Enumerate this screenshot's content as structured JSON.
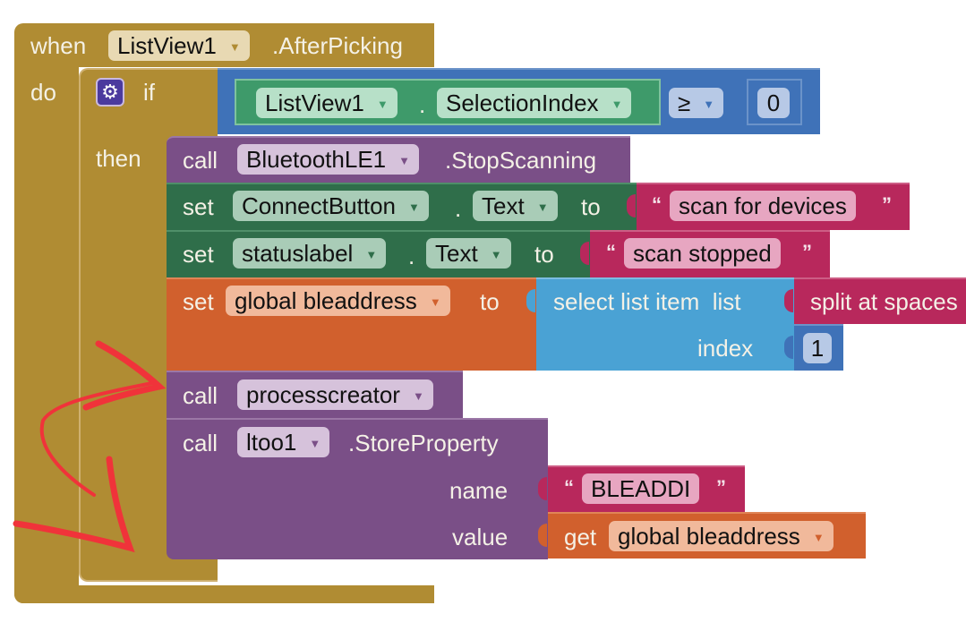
{
  "event_block": {
    "when_label": "when",
    "component": "ListView1",
    "event": ".AfterPicking",
    "do_label": "do"
  },
  "if_block": {
    "if_label": "if",
    "then_label": "then",
    "condition": {
      "component": "ListView1",
      "dot": ".",
      "property": "SelectionIndex",
      "operator": "≥",
      "value": "0"
    }
  },
  "statements": {
    "stop_scanning": {
      "call_label": "call",
      "component": "BluetoothLE1",
      "method": ".StopScanning"
    },
    "set_connect_button": {
      "set_label": "set",
      "component": "ConnectButton",
      "dot": ".",
      "property": "Text",
      "to_label": "to",
      "value": "scan for devices"
    },
    "set_statuslabel": {
      "set_label": "set",
      "component": "statuslabel",
      "dot": ".",
      "property": "Text",
      "to_label": "to",
      "value": "scan stopped"
    },
    "set_global": {
      "set_label": "set",
      "variable": "global bleaddress",
      "to_label": "to",
      "select_label": "select list item  list",
      "split_label": "split at spaces",
      "index_label": "index",
      "index_value": "1"
    },
    "call_procedure": {
      "call_label": "call",
      "procedure": "processcreator"
    },
    "store_property": {
      "call_label": "call",
      "component": "ltoo1",
      "method": ".StoreProperty",
      "name_label": "name",
      "name_value": "BLEADDI",
      "value_label": "value",
      "get_label": "get",
      "get_variable": "global bleaddress"
    }
  },
  "quote_open": "“",
  "quote_close": "”",
  "dropdown_arrow": "▼",
  "annotation_color": "#f0333a"
}
